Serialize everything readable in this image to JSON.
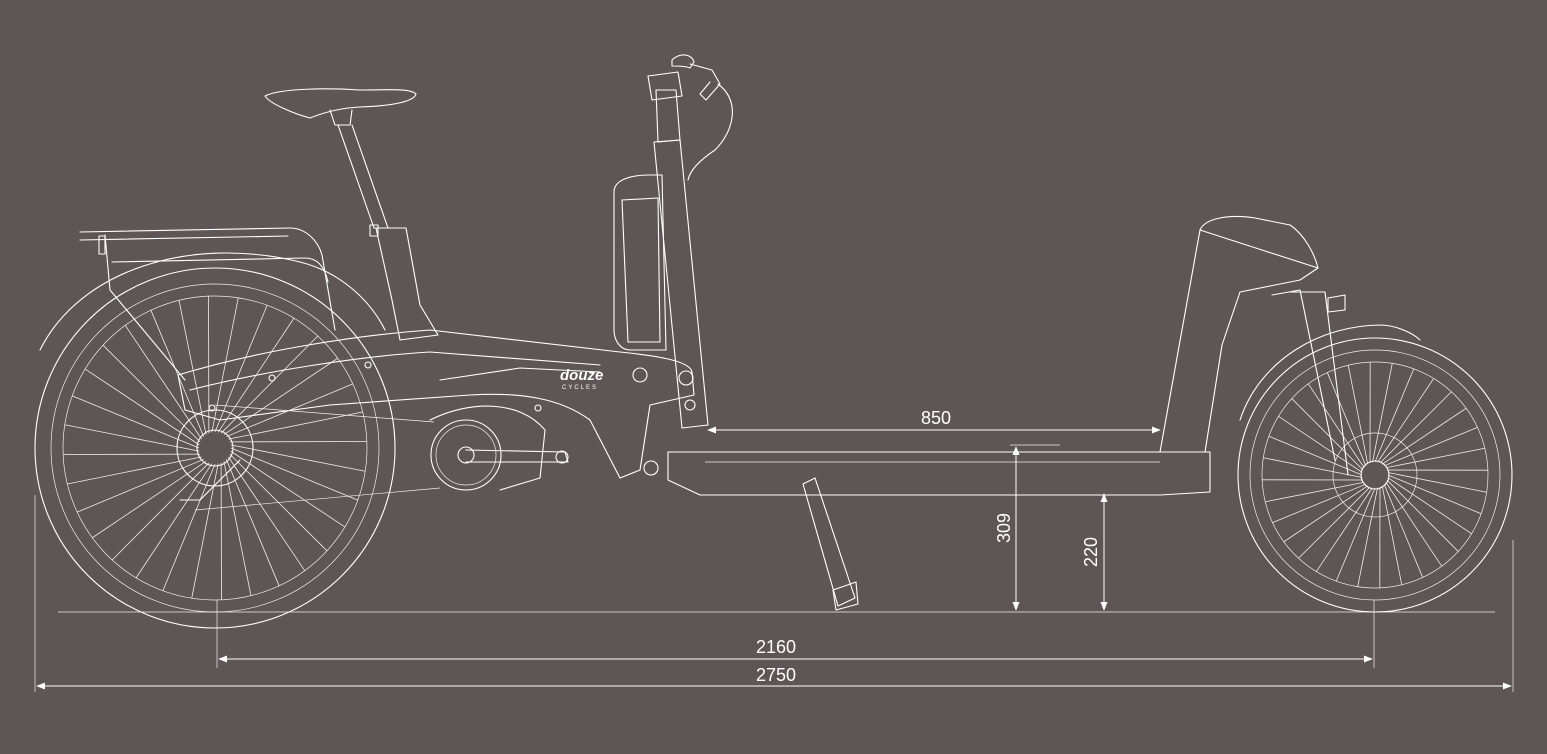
{
  "colors": {
    "background": "#5e5656",
    "line": "#ffffff"
  },
  "brand": {
    "name": "douze",
    "sub": "CYCLES"
  },
  "dimensions": {
    "deck_length": "850",
    "deck_height": "309",
    "ground_clearance": "220",
    "wheelbase": "2160",
    "overall_length": "2750"
  }
}
